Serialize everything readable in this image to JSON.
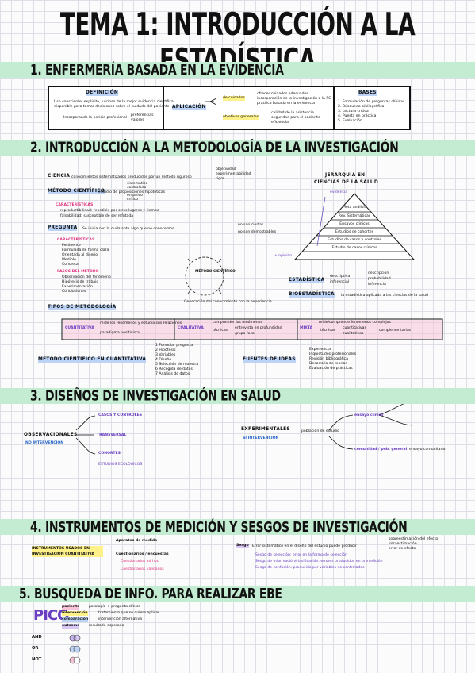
{
  "title": "TEMA 1: INTRODUCCIÓN A LA ESTADÍSTICA",
  "sections": [
    "1. ENFERMERÍA BASADA EN LA EVIDENCIA",
    "2. INTRODUCCIÓN A LA METODOLOGÍA DE LA INVESTIGACIÓN",
    "3. DISEÑOS DE INVESTIGACIÓN EN SALUD",
    "4. INSTRUMENTOS DE MEDICIÓN Y SESGOS DE INVESTIGACIÓN",
    "5. BUSQUEDA DE INFO. PARA REALIZAR EBE"
  ],
  "s1": {
    "def_head": "DEFINICIÓN",
    "def_l1": "Uso consciente, explícito, juicioso de la mejor evidencia científica",
    "def_l2": "disponible para tomar decisiones sobre el cuidado del paciente",
    "def_a": "Incorporando la pericia profesional",
    "def_b": "preferencias",
    "def_c": "valores",
    "apl_head": "APLICACIÓN",
    "apl_1": "de cuidados",
    "apl_1a": "ofrecer cuidados adecuados",
    "apl_1b": "incorporación de la investigación a la PC",
    "apl_1c": "práctica basada en la evidencia",
    "apl_2": "objetivos generales",
    "apl_2a": "calidad de la asistencia",
    "apl_2b": "seguridad para el paciente",
    "apl_2c": "eficiencia",
    "bases_head": "BASES",
    "bases": [
      "1. Formulación de preguntas clínicas",
      "2. Búsqueda bibliográfica",
      "3. Lectura crítica",
      "4. Puesta en práctica",
      "5. Evaluación"
    ]
  },
  "s2": {
    "ciencia": "CIENCIA",
    "ciencia_txt": "conocimientos sistematizados producidos por un método riguroso",
    "ciencia_r": [
      "objetividad",
      "experimentabilidad",
      "rigor"
    ],
    "metodo": "MÉTODO CIENTÍFICO",
    "metodo_txt": "estudio de proposiciones hipotéticas",
    "metodo_r": [
      "sistemático",
      "controlado",
      "empírico",
      "crítico"
    ],
    "caract": "CARACTERÍSTICAS",
    "caract_1": "reproductibilidad: repetible por otros lugares y tiempo",
    "caract_2": "falsabilidad: susceptible de ser refutada",
    "preg": "PREGUNTA",
    "preg_txt": "Se inicia con la duda ante algo que no conocemos",
    "preg_r": [
      "no son ciertas",
      "no son demostrables"
    ],
    "preg_c1": "CARACTERÍSTICAS",
    "preg_c1_items": [
      "Pertinente",
      "Formulada de forma clara",
      "Orientada al diseño",
      "Medible",
      "Concreta"
    ],
    "preg_c2": "PASOS DEL MÉTODO",
    "preg_c2_items": [
      "Observación del fenómeno",
      "Hipótesis de trabajo",
      "Experimentación",
      "Conclusiones"
    ],
    "cycle_center": "MÉTODO CIENTÍFICO",
    "cycle_note": "Generación del conocimiento con la experiencia",
    "tipos": "TIPOS DE METODOLOGÍA",
    "cuant": "CUANTITATIVA",
    "cuant_txt": "mide los fenómenos y estudia sus relaciones",
    "cuant_sub": "paradigma positivista",
    "cual": "CUALITATIVA",
    "cual_txt": "comprender los fenómenos",
    "cual_tec": "técnicas",
    "cual_tec_items": [
      "entrevista en profundidad",
      "grupo focal"
    ],
    "mixta": "MIXTA",
    "mixta_txt": "mide/comprende fenómenos complejos",
    "mixta_tec": "técnicas",
    "mixta_tec_items": [
      "cuantitativas",
      "cualitativas"
    ],
    "mixta_r": "complementarias",
    "mc": "MÉTODO CIENTÍFICO EN CUANTITATIVA",
    "mc_items": [
      "1 Formular pregunta",
      "2 Hipótesis",
      "3 Variables",
      "4 Diseño",
      "5 Selección de muestra",
      "6 Recogida de datos",
      "7 Análisis de datos"
    ],
    "fuentes": "FUENTES DE IDEAS",
    "fuentes_items": [
      "Experiencia",
      "Inquietudes profesionales",
      "Revisión bibliográfica",
      "Desarrollo de teorías",
      "Evaluación de prácticas"
    ],
    "pyr_title_1": "JERARQUÍA EN",
    "pyr_title_2": "CIENCIAS DE LA SALUD",
    "pyr_top": "evidencia",
    "pyr_levels": [
      "Meta análisis",
      "Rev. Sistemáticas",
      "Ensayos clínicos",
      "Estudios de cohortes",
      "Estudios de casos y controles",
      "Estudio de casos clínicos"
    ],
    "pyr_bottom": "+ opinión",
    "est": "ESTADÍSTICA",
    "est_r": [
      "descriptiva",
      "inferencial"
    ],
    "bioest": "BIOESTADÍSTICA",
    "bioest_txt": "la estadística aplicada a las ciencias de la salud",
    "est_items": [
      "descripción",
      "probabilidad",
      "inferencia"
    ]
  },
  "s3": {
    "obs": "OBSERVACIONALES",
    "obs_sub": "NO INTERVENCIÓN",
    "obs_1": "CASOS Y CONTROLES",
    "obs_2": "TRANSVERSAL",
    "obs_3": "COHORTES",
    "obs_4": "ESTUDIOS ECOLÓGICOS",
    "exp": "EXPERIMENTALES",
    "exp_sub": "SÍ INTERVENCIÓN",
    "exp_txt": "población de estudio",
    "exp_1": "ensayo clínico",
    "exp_2": "comunidad / pob. general",
    "exp_3": "ensayo comunitario"
  },
  "s4": {
    "inst": "INSTRUMENTOS USADOS EN INVESTIGACIÓN CUANTITATIVA",
    "inst_1": "Aparatos de medida",
    "inst_2": "Cuestionarios / encuestas",
    "inst_2a": "Cuestionarios ad hoc",
    "inst_2b": "Cuestionarios validados",
    "sesgo": "Sesgo",
    "sesgo_txt": "Error sistemático en el diseño del estudio puede producir",
    "sesgo_r": [
      "sobreestimación del efecto",
      "infraestimación",
      "error de efecto"
    ],
    "sesgo_items": [
      "Sesgo de selección: error en la forma de selección",
      "Sesgo de información/clasificación: errores producidos en la medición",
      "Sesgo de confusión: producido por variables no controladas"
    ]
  },
  "s5": {
    "pico": "PICO",
    "p": "paciente",
    "p_txt": "patología + pregunta clínica",
    "i": "intervención",
    "i_txt": "tratamiento que se quiere aplicar",
    "c": "comparación",
    "c_txt": "intervención alternativa",
    "o": "outcome",
    "o_txt": "resultado esperado",
    "and": "AND",
    "or": "OR",
    "not": "NOT"
  }
}
